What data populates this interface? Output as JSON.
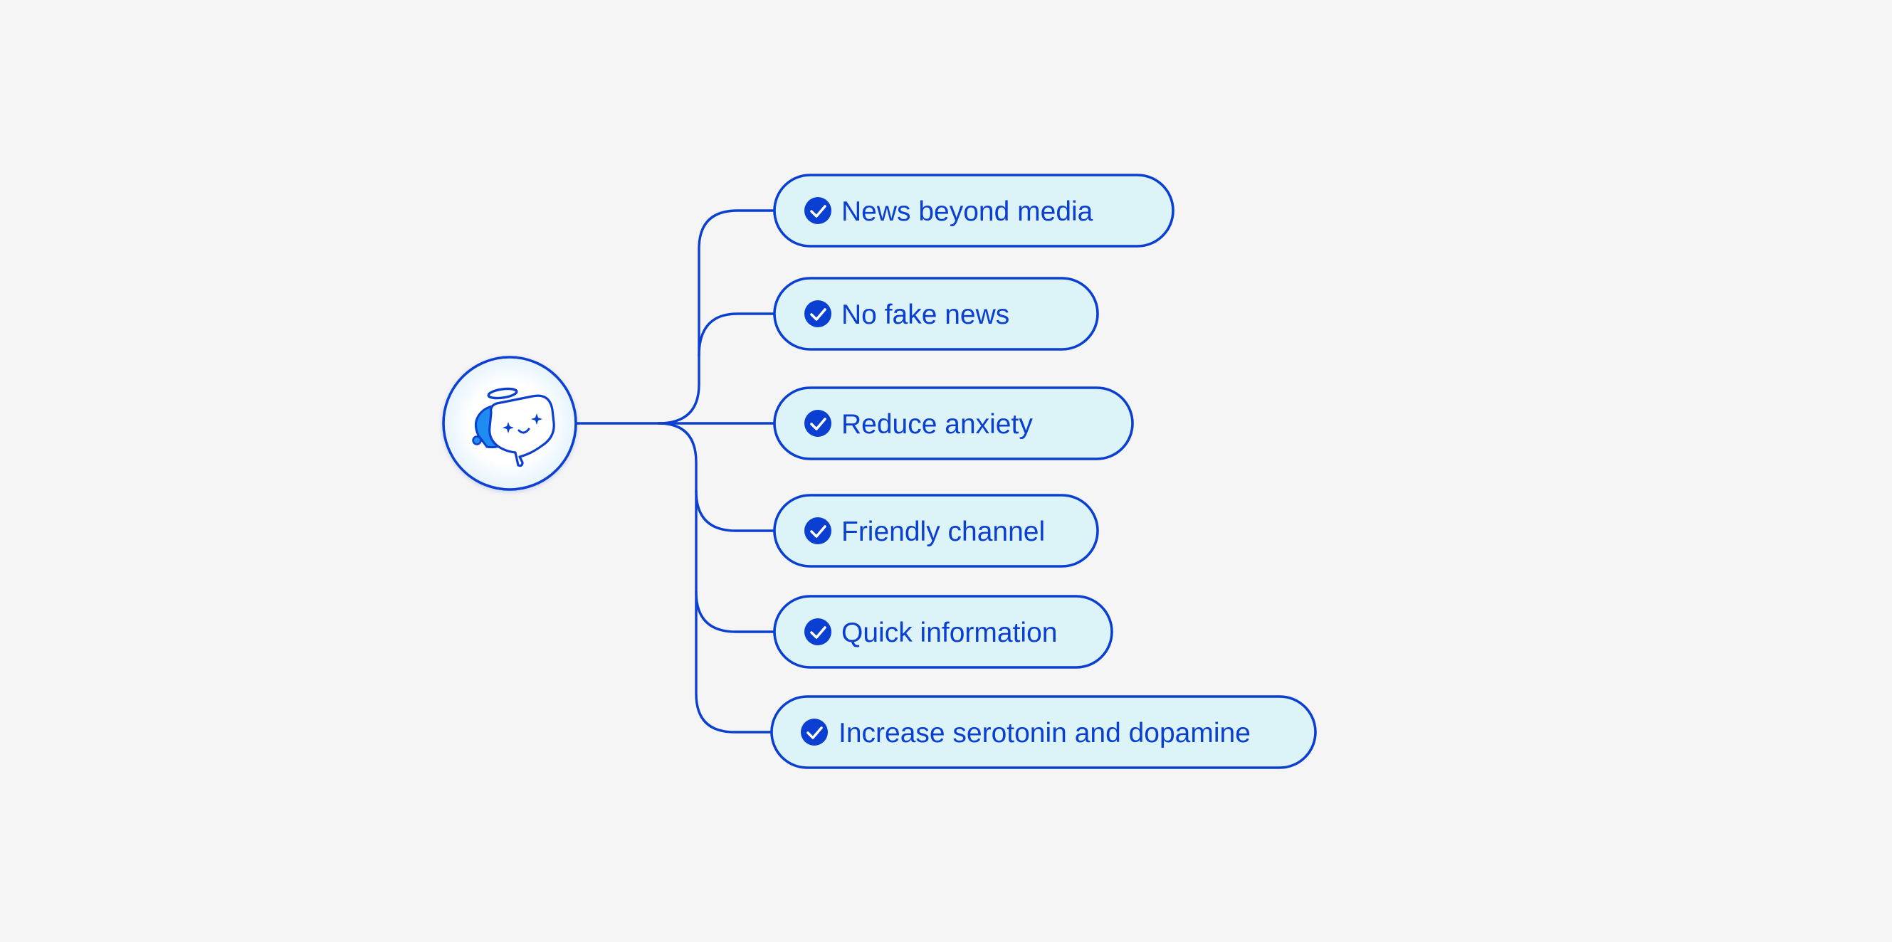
{
  "diagram": {
    "colors": {
      "accent": "#0a3fd1",
      "pill_fill": "#dcf3f8",
      "background": "#f5f5f6",
      "logo_fill": "#ffffff",
      "logo_accent": "#1f8cf0"
    },
    "center_icon": "smiling-speech-bubble-halo-icon",
    "item_icon": "check-circle-icon",
    "items": [
      {
        "label": "News beyond media"
      },
      {
        "label": "No fake news"
      },
      {
        "label": "Reduce anxiety"
      },
      {
        "label": "Friendly channel"
      },
      {
        "label": "Quick information"
      },
      {
        "label": "Increase serotonin and dopamine"
      }
    ]
  }
}
